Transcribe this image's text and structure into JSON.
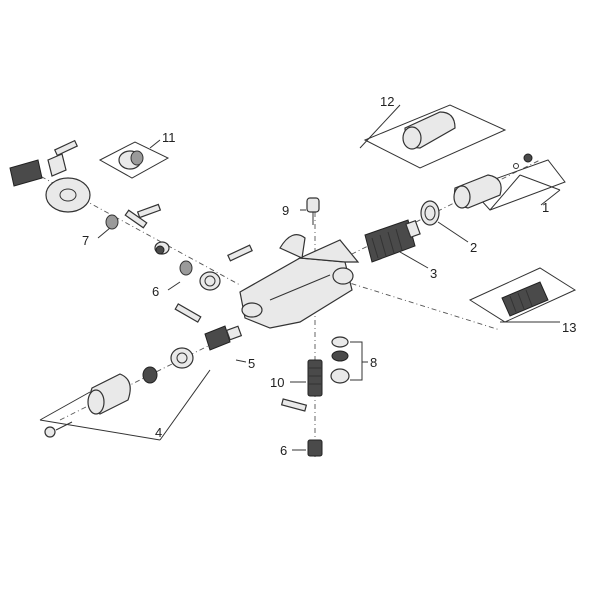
{
  "callouts": {
    "c1": "1",
    "c2": "2",
    "c3": "3",
    "c4": "4",
    "c5": "5",
    "c6a": "6",
    "c6b": "6",
    "c7": "7",
    "c8": "8",
    "c9": "9",
    "c10": "10",
    "c11": "11",
    "c12": "12",
    "c13": "13"
  },
  "colors": {
    "line": "#333333",
    "part_fill": "#e9e9e9",
    "background": "#ffffff"
  }
}
